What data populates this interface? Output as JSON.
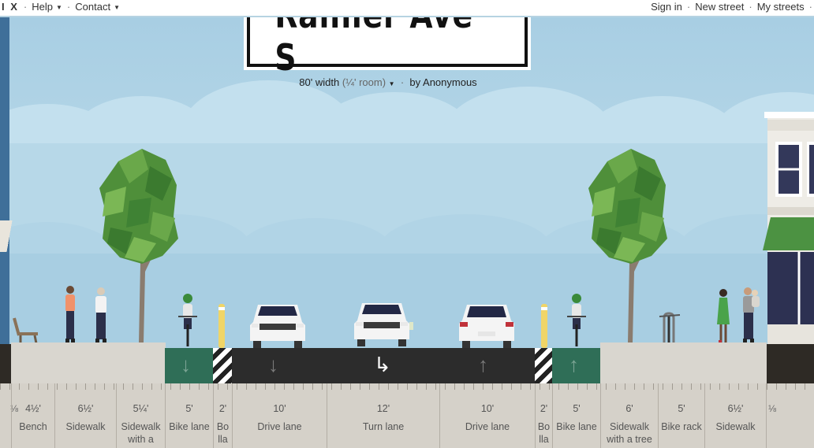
{
  "nav": {
    "brand": "I X",
    "help": "Help",
    "contact": "Contact",
    "sign_in": "Sign in",
    "new_street": "New street",
    "my_streets": "My streets",
    "separator": "·"
  },
  "street": {
    "name": "Rainier Ave S",
    "width_label": "80' width",
    "room_label": "(¼' room)",
    "author_label": "by Anonymous"
  },
  "edges": {
    "left": "⅛",
    "right": "⅛"
  },
  "segments": [
    {
      "id": "bench",
      "width": "4½'",
      "name": "Bench"
    },
    {
      "id": "sidewalk-left",
      "width": "6½'",
      "name": "Sidewalk"
    },
    {
      "id": "sidewalk-tree-left",
      "width": "5¼'",
      "name": "Sidewalk with a"
    },
    {
      "id": "bike-lane-left",
      "width": "5'",
      "name": "Bike lane"
    },
    {
      "id": "bollard-left",
      "width": "2'",
      "name": "Bo lla"
    },
    {
      "id": "drive-lane-left",
      "width": "10'",
      "name": "Drive lane"
    },
    {
      "id": "turn-lane",
      "width": "12'",
      "name": "Turn lane"
    },
    {
      "id": "drive-lane-right",
      "width": "10'",
      "name": "Drive lane"
    },
    {
      "id": "bollard-right",
      "width": "2'",
      "name": "Bo lla"
    },
    {
      "id": "bike-lane-right",
      "width": "5'",
      "name": "Bike lane"
    },
    {
      "id": "sidewalk-tree-right",
      "width": "6'",
      "name": "Sidewalk with a tree"
    },
    {
      "id": "bike-rack",
      "width": "5'",
      "name": "Bike rack"
    },
    {
      "id": "sidewalk-right",
      "width": "6½'",
      "name": "Sidewalk"
    }
  ],
  "colors": {
    "sky": "#a9cfe2",
    "sidewalk": "#d9d6cf",
    "bike_lane": "#2f6e57",
    "asphalt": "#2c2c2c",
    "tree_green": "#4f8f3a",
    "awning_green": "#4c9242"
  },
  "icons": {
    "down_arrow": "arrow-down-icon",
    "up_arrow": "arrow-up-icon",
    "turn_arrow": "turn-right-arrow-icon",
    "caret": "caret-down-icon"
  }
}
